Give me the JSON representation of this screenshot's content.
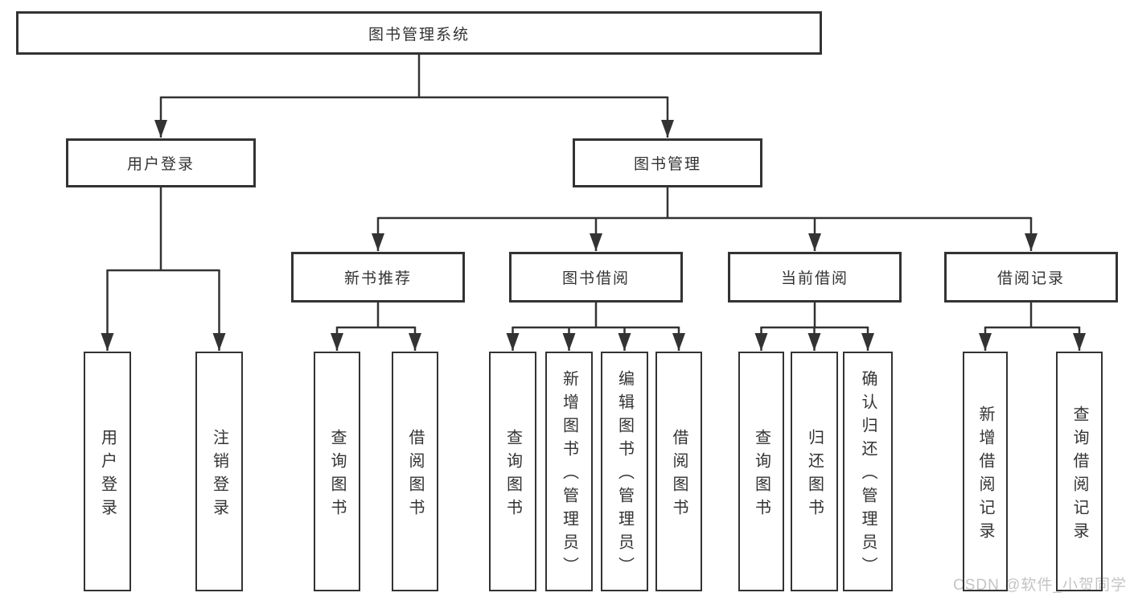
{
  "tree": {
    "root": {
      "label": "图书管理系统",
      "children": [
        {
          "label": "用户登录",
          "children": [
            {
              "label": "用户登录"
            },
            {
              "label": "注销登录"
            }
          ]
        },
        {
          "label": "图书管理",
          "children": [
            {
              "label": "新书推荐",
              "children": [
                {
                  "label": "查询图书"
                },
                {
                  "label": "借阅图书"
                }
              ]
            },
            {
              "label": "图书借阅",
              "children": [
                {
                  "label": "查询图书"
                },
                {
                  "label": "新增图书（管理员）"
                },
                {
                  "label": "编辑图书（管理员）"
                },
                {
                  "label": "借阅图书"
                }
              ]
            },
            {
              "label": "当前借阅",
              "children": [
                {
                  "label": "查询图书"
                },
                {
                  "label": "归还图书"
                },
                {
                  "label": "确认归还（管理员）"
                }
              ]
            },
            {
              "label": "借阅记录",
              "children": [
                {
                  "label": "新增借阅记录"
                },
                {
                  "label": "查询借阅记录"
                }
              ]
            }
          ]
        }
      ]
    }
  },
  "watermark": {
    "text": "CSDN @软件_小贺同学",
    "color": "#c4c4c4"
  },
  "colors": {
    "line": "#333333",
    "box_border": "#333333",
    "text": "#333333",
    "background": "#ffffff"
  }
}
